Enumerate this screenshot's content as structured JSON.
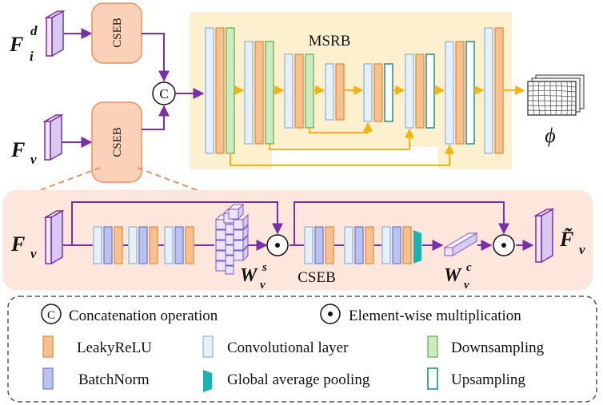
{
  "colors": {
    "purple": "#7b2fa6",
    "orange_fill": "#f7c18f",
    "orange_stroke": "#e08a3a",
    "blue_fill": "#b9c2f3",
    "blue_stroke": "#6a78cf",
    "conv_fill": "#e6f0fb",
    "conv_stroke": "#8fb1d6",
    "green_fill": "#cdebc1",
    "green_stroke": "#63a84a",
    "teal": "#1bb2b2",
    "yellow_arrow": "#f2b313",
    "msrb_bg": "#fdf0cf",
    "cseb_bg": "#fde6dc",
    "cseb_box_fill": "#fbd2b8",
    "cseb_box_stroke": "#ee8f5c"
  },
  "top": {
    "f_i_d": {
      "base": "F",
      "sub": "i",
      "sup": "d"
    },
    "f_v": {
      "base": "F",
      "sub": "v"
    },
    "cseb_top": "CSEB",
    "cseb_bottom": "CSEB",
    "concat_symbol": "C",
    "msrb_title": "MSRB",
    "phi": "ϕ"
  },
  "detail": {
    "f_v": {
      "base": "F",
      "sub": "v"
    },
    "w_s": {
      "base": "W",
      "sub": "v",
      "sup": "s"
    },
    "cseb_label": "CSEB",
    "w_c": {
      "base": "W",
      "sub": "v",
      "sup": "c"
    },
    "f_tilde": {
      "base": "F̃",
      "sub": "v"
    }
  },
  "legend": {
    "concat_symbol": "C",
    "concat_label": "Concatenation operation",
    "mult_label": "Element-wise multiplication",
    "leaky": "LeakyReLU",
    "conv": "Convolutional layer",
    "down": "Downsampling",
    "bn": "BatchNorm",
    "gap": "Global average pooling",
    "up": "Upsampling"
  }
}
